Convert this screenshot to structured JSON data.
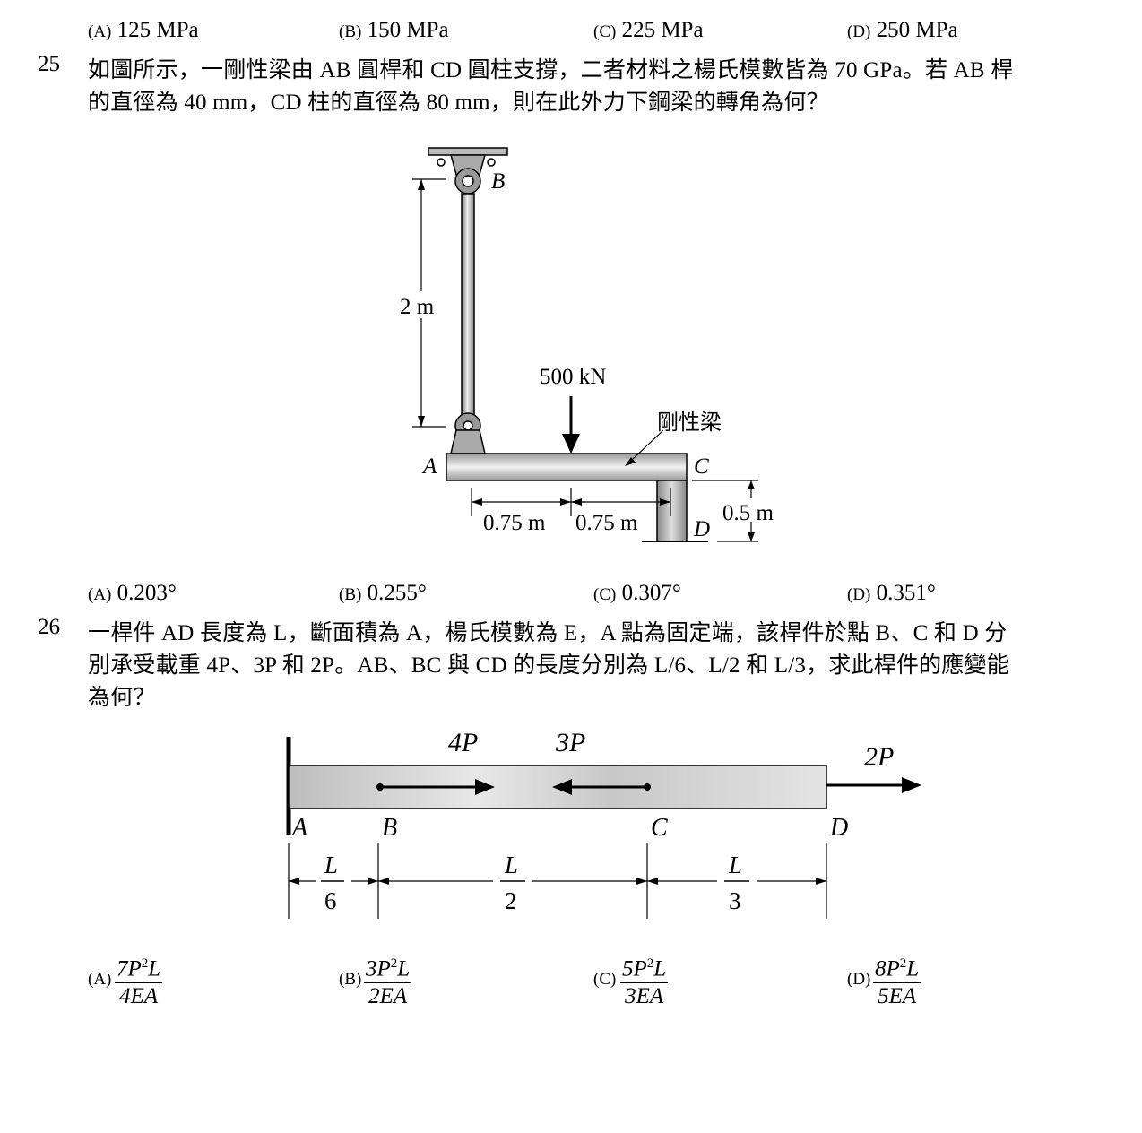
{
  "q24_options": [
    {
      "label": "(A)",
      "text": "125 MPa"
    },
    {
      "label": "(B)",
      "text": "150 MPa"
    },
    {
      "label": "(C)",
      "text": "225 MPa"
    },
    {
      "label": "(D)",
      "text": "250 MPa"
    }
  ],
  "q25": {
    "number": "25",
    "line1": "如圖所示，一剛性梁由 AB 圓桿和 CD 圓柱支撐，二者材料之楊氏模數皆為 70 GPa。若 AB 桿",
    "line2": "的直徑為 40 mm，CD 柱的直徑為 80 mm，則在此外力下鋼梁的轉角為何？",
    "figure": {
      "label_B": "B",
      "label_A": "A",
      "label_C": "C",
      "label_D": "D",
      "length_AB": "2 m",
      "load": "500 kN",
      "beam_label": "剛性梁",
      "dim_left": "0.75 m",
      "dim_right": "0.75 m",
      "height_CD": "0.5 m"
    },
    "options": [
      {
        "label": "(A)",
        "text": "0.203°"
      },
      {
        "label": "(B)",
        "text": "0.255°"
      },
      {
        "label": "(C)",
        "text": "0.307°"
      },
      {
        "label": "(D)",
        "text": "0.351°"
      }
    ]
  },
  "q26": {
    "number": "26",
    "line1": "一桿件 AD 長度為 L，斷面積為 A，楊氏模數為 E，A 點為固定端，該桿件於點 B、C 和 D 分",
    "line2": "別承受載重 4P、3P 和 2P。AB、BC 與 CD 的長度分別為 L/6、L/2 和 L/3，求此桿件的應變能",
    "line3": "為何？",
    "figure": {
      "load_B": "4P",
      "load_C": "3P",
      "load_D": "2P",
      "label_A": "A",
      "label_B": "B",
      "label_C": "C",
      "label_D": "D",
      "seg1_num": "L",
      "seg1_den": "6",
      "seg2_num": "L",
      "seg2_den": "2",
      "seg3_num": "L",
      "seg3_den": "3"
    },
    "options": [
      {
        "label": "(A)",
        "num_coef": "7P",
        "num_tail": "L",
        "sup": "2",
        "den": "4EA"
      },
      {
        "label": "(B)",
        "num_coef": "3P",
        "num_tail": "L",
        "sup": "2",
        "den": "2EA"
      },
      {
        "label": "(C)",
        "num_coef": "5P",
        "num_tail": "L",
        "sup": "2",
        "den": "3EA"
      },
      {
        "label": "(D)",
        "num_coef": "8P",
        "num_tail": "L",
        "sup": "2",
        "den": "5EA"
      }
    ]
  }
}
